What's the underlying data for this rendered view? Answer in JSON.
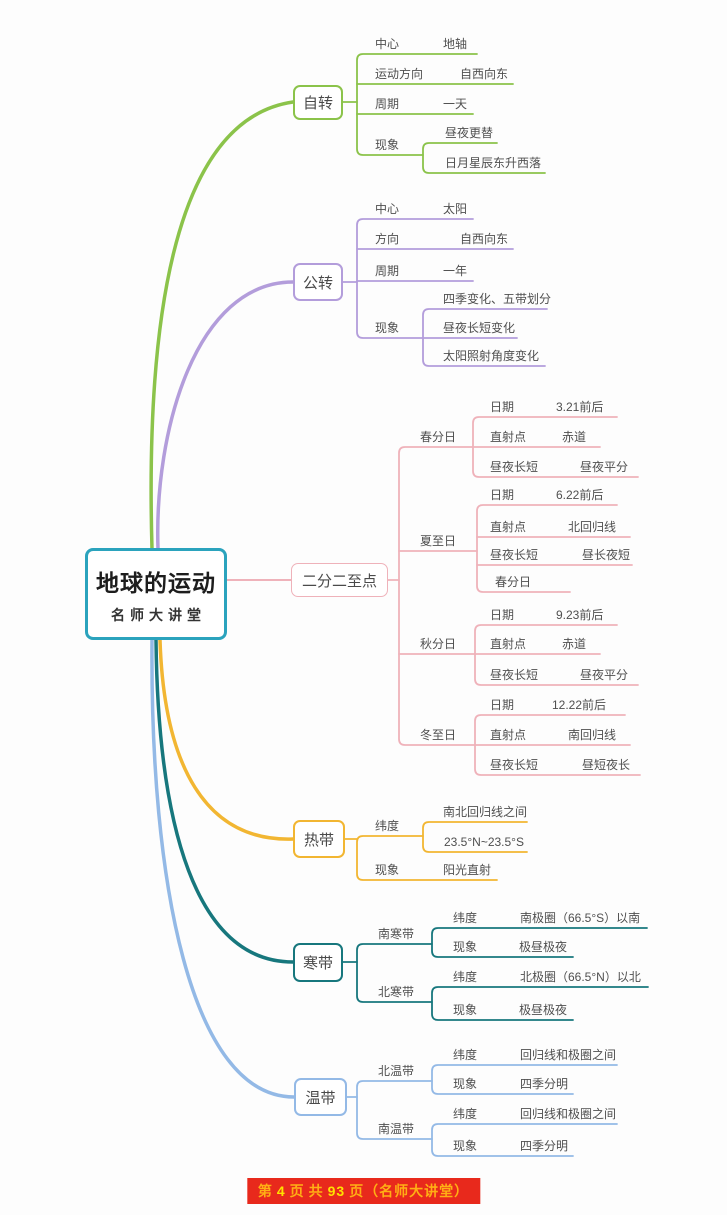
{
  "colors": {
    "rotation": "#8bc34a",
    "revolution": "#b39ddb",
    "equinox": "#efb2ba",
    "tropical": "#f2b632",
    "frigid": "#17777d",
    "temperate": "#93b9e6",
    "center_border": "#2ba3bd",
    "footer_bg": "#e8291c",
    "footer_text": "#ffaf14",
    "footer_number": "#ffe100",
    "leaf_text": "#4f4f4f"
  },
  "center": {
    "title": "地球的运动",
    "subtitle": "名师大讲堂"
  },
  "rotation": {
    "topic": "自转",
    "rows": [
      {
        "label": "中心",
        "value": "地轴"
      },
      {
        "label": "运动方向",
        "value": "自西向东"
      },
      {
        "label": "周期",
        "value": "一天"
      }
    ],
    "phenomenon": {
      "label": "现象",
      "items": [
        "昼夜更替",
        "日月星辰东升西落"
      ]
    }
  },
  "revolution": {
    "topic": "公转",
    "rows": [
      {
        "label": "中心",
        "value": "太阳"
      },
      {
        "label": "方向",
        "value": "自西向东"
      },
      {
        "label": "周期",
        "value": "一年"
      }
    ],
    "phenomenon": {
      "label": "现象",
      "items": [
        "四季变化、五带划分",
        "昼夜长短变化",
        "太阳照射角度变化"
      ]
    }
  },
  "equinox": {
    "topic": "二分二至点",
    "seasons": [
      {
        "name": "春分日",
        "rows": [
          {
            "label": "日期",
            "value": "3.21前后"
          },
          {
            "label": "直射点",
            "value": "赤道"
          },
          {
            "label": "昼夜长短",
            "value": "昼夜平分"
          }
        ]
      },
      {
        "name": "夏至日",
        "rows": [
          {
            "label": "日期",
            "value": "6.22前后"
          },
          {
            "label": "直射点",
            "value": "北回归线"
          },
          {
            "label": "昼夜长短",
            "value": "昼长夜短"
          }
        ],
        "extra": "春分日"
      },
      {
        "name": "秋分日",
        "rows": [
          {
            "label": "日期",
            "value": "9.23前后"
          },
          {
            "label": "直射点",
            "value": "赤道"
          },
          {
            "label": "昼夜长短",
            "value": "昼夜平分"
          }
        ]
      },
      {
        "name": "冬至日",
        "rows": [
          {
            "label": "日期",
            "value": "12.22前后"
          },
          {
            "label": "直射点",
            "value": "南回归线"
          },
          {
            "label": "昼夜长短",
            "value": "昼短夜长"
          }
        ]
      }
    ]
  },
  "tropical": {
    "topic": "热带",
    "latitude": {
      "label": "纬度",
      "items": [
        "南北回归线之间",
        "23.5°N~23.5°S"
      ]
    },
    "phenomenon": {
      "label": "现象",
      "value": "阳光直射"
    }
  },
  "frigid": {
    "topic": "寒带",
    "zones": [
      {
        "name": "南寒带",
        "rows": [
          {
            "label": "纬度",
            "value": "南极圈（66.5°S）以南"
          },
          {
            "label": "现象",
            "value": "极昼极夜"
          }
        ]
      },
      {
        "name": "北寒带",
        "rows": [
          {
            "label": "纬度",
            "value": "北极圈（66.5°N）以北"
          },
          {
            "label": "现象",
            "value": "极昼极夜"
          }
        ]
      }
    ]
  },
  "temperate": {
    "topic": "温带",
    "zones": [
      {
        "name": "北温带",
        "rows": [
          {
            "label": "纬度",
            "value": "回归线和极圈之间"
          },
          {
            "label": "现象",
            "value": "四季分明"
          }
        ]
      },
      {
        "name": "南温带",
        "rows": [
          {
            "label": "纬度",
            "value": "回归线和极圈之间"
          },
          {
            "label": "现象",
            "value": "四季分明"
          }
        ]
      }
    ]
  },
  "footer": {
    "part1": "第",
    "page_number": "4",
    "part2": "页",
    "part3": "共",
    "total_pages": "93",
    "part4": "页（名师大讲堂）"
  }
}
